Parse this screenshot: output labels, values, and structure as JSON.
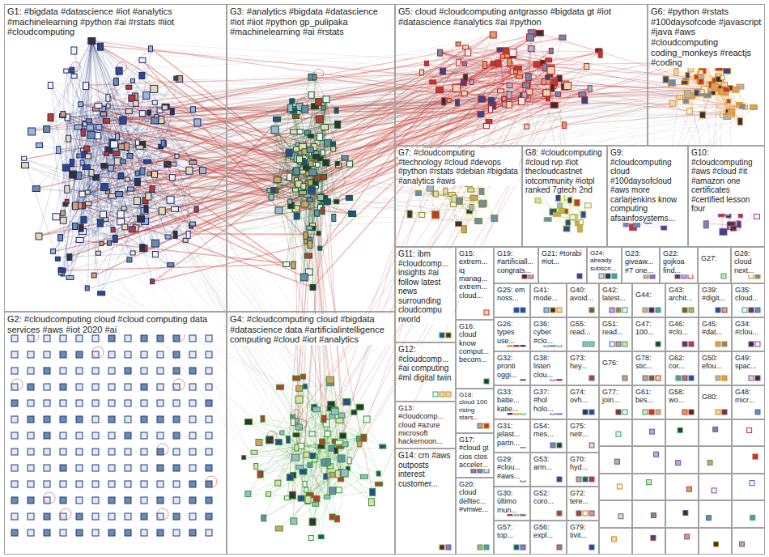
{
  "diagram": {
    "nodes": [
      {
        "text": [
          "G1: #bigdata #datascience #iot #analytics #machinelearning #python #ai #rstats #iiot #cloudcomputing"
        ]
      },
      {
        "text": [
          "G3: #analytics #bigdata #datascience #iot #iiot #python gp_pulipaka #machinelearning #ai #rstats"
        ]
      },
      {
        "text": [
          "G5: cloud #cloudcomputing antgrasso #bigdata gt #iot #datascience #analytics #ai #python"
        ]
      },
      {
        "text": [
          "G6: #python #rstats #100daysofcode #javascript #java #aws #cloudcomputing coding_monkeys #reactjs #coding"
        ]
      },
      {
        "text": [
          "G7: #cloudcomputing #technology #cloud #devops #python #rstats #debian #bigdata #analytics #aws"
        ]
      },
      {
        "text": [
          "G8: #cloudcomputing #cloud rvp #iot thecloudcastnet iotcommunity #iotpl ranked 7gtech 2nd"
        ]
      },
      {
        "text": [
          "G9: #cloudcomputing cloud #100daysofcloud #aws more carlarjenkins know computing afsainfosystems..."
        ]
      },
      {
        "text": [
          "G10: #cloudcomputing #aws #cloud #it #amazon one certificates #certified lesson four"
        ]
      },
      {
        "text": [
          "G2: #cloudcomputing cloud #cloud computing data services #aws #iot 2020 #ai"
        ]
      },
      {
        "text": [
          "G4: #cloudcomputing cloud #bigdata #datascience data #artificialintelligence computing #cloud #iot #analytics"
        ]
      },
      {
        "text": [
          "G11: ibm #cloudcomp... insights #ai follow latest news surrounding cloudcompu rworld"
        ]
      },
      {
        "text": [
          "G12: #cloudcomp... #ai computing #ml digital twin"
        ]
      },
      {
        "text": [
          "G13: #cloudcomp... cloud #azure microsoft hackernoon..."
        ]
      },
      {
        "text": [
          "G14: crn #aws outposts interest customer..."
        ]
      },
      {
        "text": [
          "G15: extrem... iq manag... extrem... cloud..."
        ]
      },
      {
        "text": [
          "G16: cloud know comput... becom..."
        ]
      },
      {
        "text": [
          "G18: cloud 100 rising stars..."
        ]
      },
      {
        "text": [
          "G17: #cloud gt cios ctos acceler..."
        ]
      },
      {
        "text": [
          "G20: cloud delltec... #vmwe..."
        ]
      },
      {
        "text": [
          "G19: #artificiall... congrats..."
        ]
      },
      {
        "text": [
          "G21: #torabi #iot..."
        ]
      },
      {
        "text": [
          "G24: already subscri..."
        ]
      },
      {
        "text": [
          "G23: giveaw... #7 one..."
        ]
      },
      {
        "text": [
          "G22: gojkoa find..."
        ]
      },
      {
        "text": [
          "G27:"
        ]
      },
      {
        "text": [
          "G28: cloud next..."
        ]
      },
      {
        "text": [
          "G25: em noss..."
        ]
      },
      {
        "text": [
          "G26: types use..."
        ]
      },
      {
        "text": [
          "G32: pronti oggi..."
        ]
      },
      {
        "text": [
          "G33: batte... katie..."
        ]
      },
      {
        "text": [
          "G31: jelast... partn..."
        ]
      },
      {
        "text": [
          "G29: #clou... #aws..."
        ]
      },
      {
        "text": [
          "G30: último mun..."
        ]
      },
      {
        "text": [
          "G57: top..."
        ]
      },
      {
        "text": [
          "G41: mode..."
        ]
      },
      {
        "text": [
          "G36: cyber #clo..."
        ]
      },
      {
        "text": [
          "G38: listen clou..."
        ]
      },
      {
        "text": [
          "G37: #hol holo..."
        ]
      },
      {
        "text": [
          "G54: mes..."
        ]
      },
      {
        "text": [
          "G53: arm..."
        ]
      },
      {
        "text": [
          "G52: coro..."
        ]
      },
      {
        "text": [
          "G56: expl..."
        ]
      },
      {
        "text": [
          "G40: avoid..."
        ]
      },
      {
        "text": [
          "G55: read..."
        ]
      },
      {
        "text": [
          "G73: hey..."
        ]
      },
      {
        "text": [
          "G74: ovh..."
        ]
      },
      {
        "text": [
          "G75: netr..."
        ]
      },
      {
        "text": [
          "G70: hyd..."
        ]
      },
      {
        "text": [
          "G72: tere..."
        ]
      },
      {
        "text": [
          "G79: tivit..."
        ]
      },
      {
        "text": [
          "G42: latest..."
        ]
      },
      {
        "text": [
          "G51: read..."
        ]
      },
      {
        "text": [
          "G76:"
        ]
      },
      {
        "text": [
          "G77: join..."
        ]
      },
      {
        "text": [
          "G44:"
        ]
      },
      {
        "text": [
          "G47: 100..."
        ]
      },
      {
        "text": [
          "G78: stic..."
        ]
      },
      {
        "text": [
          "G61: bes..."
        ]
      },
      {
        "text": [
          "G43: archit..."
        ]
      },
      {
        "text": [
          "G46: #clo..."
        ]
      },
      {
        "text": [
          "G62: cor..."
        ]
      },
      {
        "text": [
          "G58: wo..."
        ]
      },
      {
        "text": [
          "G39: #digit..."
        ]
      },
      {
        "text": [
          "G45: #dat..."
        ]
      },
      {
        "text": [
          "G50: efou..."
        ]
      },
      {
        "text": [
          "G80:"
        ]
      },
      {
        "text": [
          "G35: cloud..."
        ]
      },
      {
        "text": [
          "G34: #clou..."
        ]
      },
      {
        "text": [
          "G49: spac..."
        ]
      },
      {
        "text": [
          "G48: micr..."
        ]
      }
    ]
  }
}
